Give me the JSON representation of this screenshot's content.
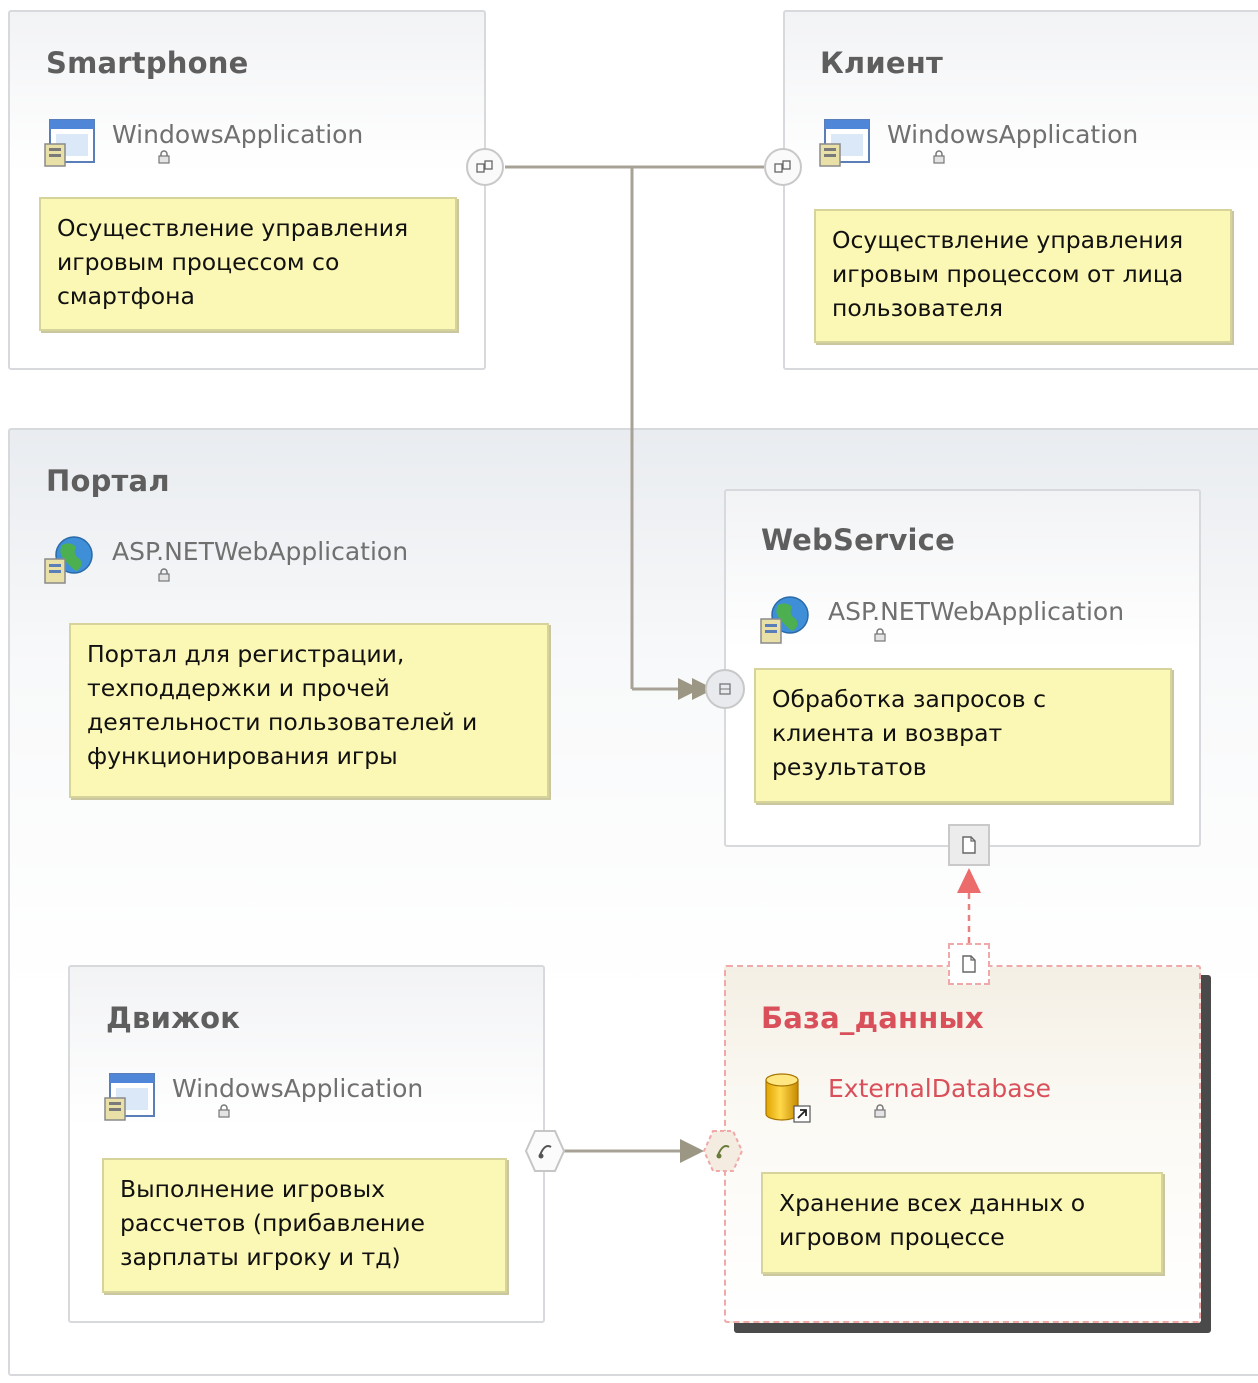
{
  "smartphone": {
    "title": "Smartphone",
    "type": "WindowsApplication",
    "note": "Осуществление управления игровым процессом со смартфона"
  },
  "client": {
    "title": "Клиент",
    "type": "WindowsApplication",
    "note": "Осуществление управления игровым процессом от лица пользователя"
  },
  "portal": {
    "title": "Портал",
    "type": "ASP.NETWebApplication",
    "note": "Портал для регистрации, техподдержки и прочей деятельности пользователей и функционирования игры"
  },
  "webservice": {
    "title": "WebService",
    "type": "ASP.NETWebApplication",
    "note": "Обработка запросов с клиента и возврат результатов"
  },
  "engine": {
    "title": "Движок",
    "type": "WindowsApplication",
    "note": "Выполнение игровых рассчетов (прибавление зарплаты игроку и тд)"
  },
  "database": {
    "title": "База_данных",
    "type": "ExternalDatabase",
    "note": "Хранение всех данных о игровом процессе"
  },
  "icons": {
    "windows_app": "window-app-icon",
    "web_app": "globe-app-icon",
    "database": "database-icon",
    "lock": "lock-icon"
  },
  "colors": {
    "note_fill": "#fbf7b4",
    "external_red": "#d9505a",
    "connector": "#a8a296"
  }
}
